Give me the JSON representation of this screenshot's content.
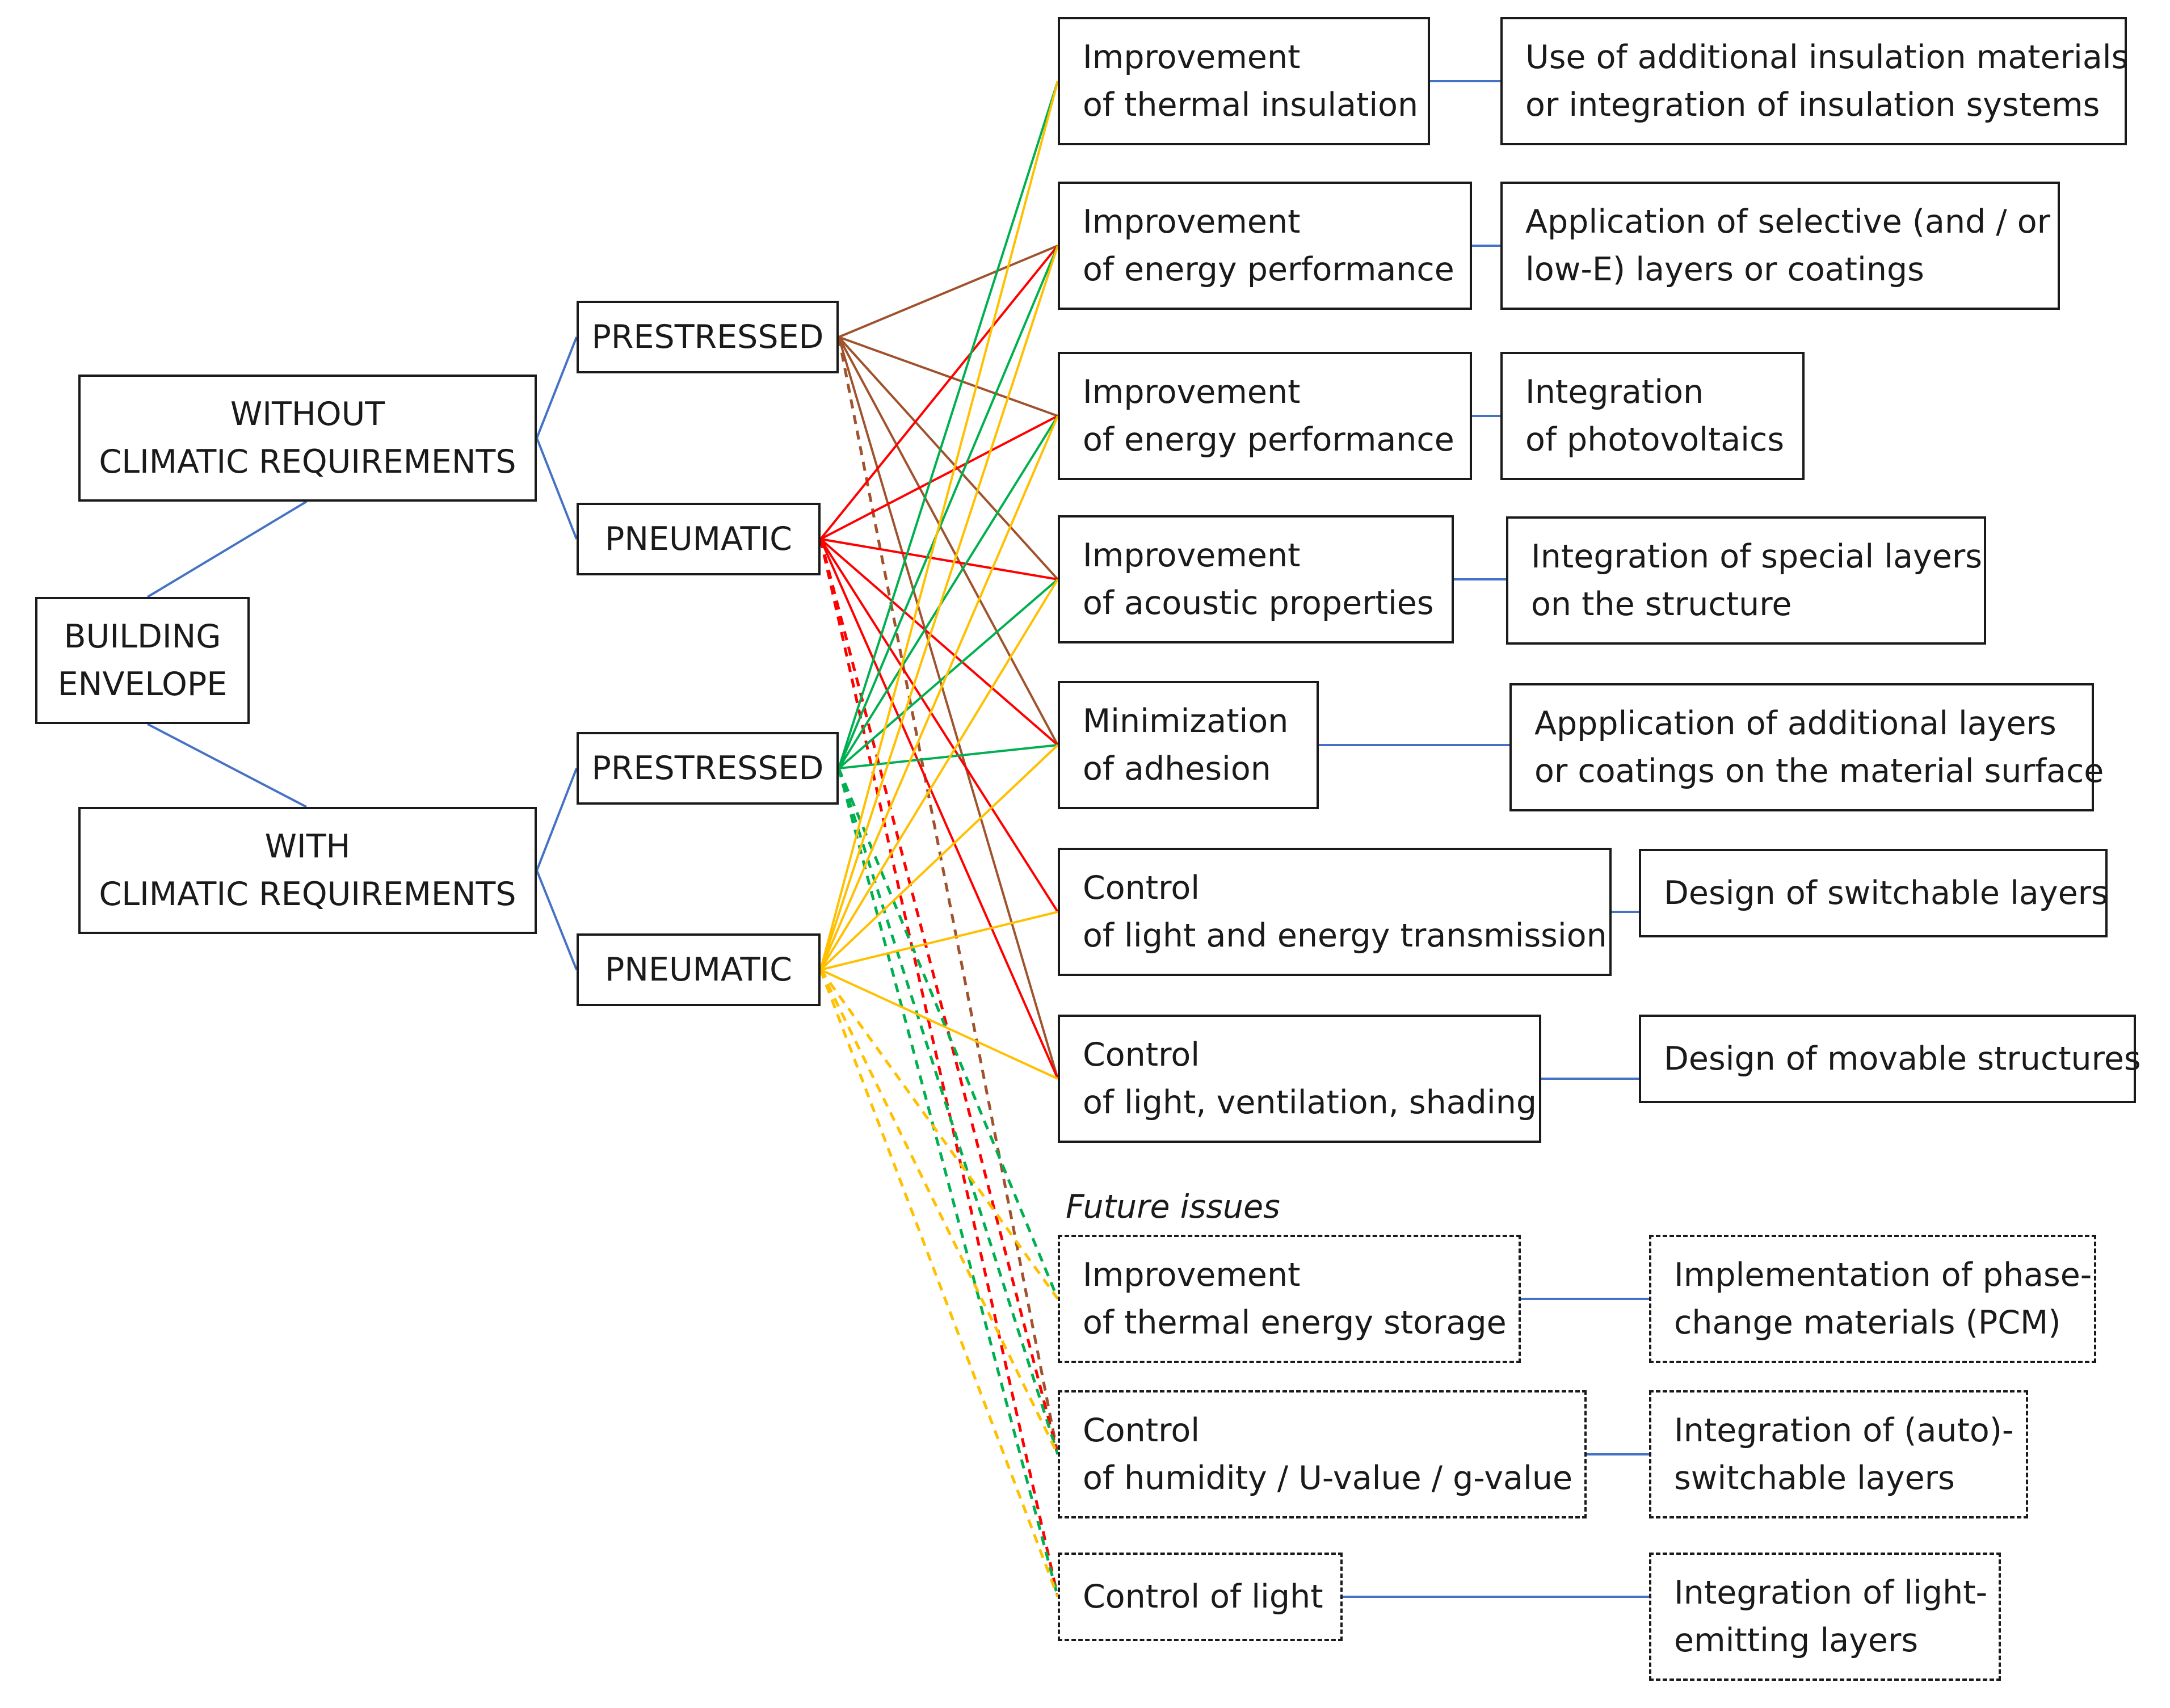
{
  "colors": {
    "blue": "#4472c4",
    "brown": "#a0522d",
    "green": "#00b050",
    "red": "#ff0000",
    "yellow": "#ffc000"
  },
  "root": {
    "line1": "BUILDING",
    "line2": "ENVELOPE"
  },
  "categories": [
    {
      "line1": "WITHOUT",
      "line2": "CLIMATIC REQUIREMENTS"
    },
    {
      "line1": "WITH",
      "line2": "CLIMATIC REQUIREMENTS"
    }
  ],
  "structures": [
    {
      "label": "PRESTRESSED"
    },
    {
      "label": "PNEUMATIC"
    },
    {
      "label": "PRESTRESSED"
    },
    {
      "label": "PNEUMATIC"
    }
  ],
  "goals": [
    {
      "line1": "Improvement",
      "line2": "of thermal insulation"
    },
    {
      "line1": "Improvement",
      "line2": "of energy performance"
    },
    {
      "line1": "Improvement",
      "line2": "of energy performance"
    },
    {
      "line1": "Improvement",
      "line2": "of acoustic properties"
    },
    {
      "line1": "Minimization",
      "line2": "of adhesion"
    },
    {
      "line1": "Control",
      "line2": "of light and energy transmission"
    },
    {
      "line1": "Control",
      "line2": "of light, ventilation, shading"
    }
  ],
  "solutions": [
    {
      "line1": "Use of additional insulation materials",
      "line2": "or integration of insulation systems"
    },
    {
      "line1": "Application of selective (and / or",
      "line2": "low-E) layers or coatings"
    },
    {
      "line1": "Integration",
      "line2": "of photovoltaics"
    },
    {
      "line1": "Integration of special layers",
      "line2": "on the structure"
    },
    {
      "line1": "Appplication of additional layers",
      "line2": "or coatings on the material surface"
    },
    {
      "line1": "Design of switchable layers",
      "line2": ""
    },
    {
      "line1": "Design of movable structures",
      "line2": ""
    }
  ],
  "future_label": "Future issues",
  "future_goals": [
    {
      "line1": "Improvement",
      "line2": "of thermal energy storage"
    },
    {
      "line1": "Control",
      "line2": "of humidity / U-value / g-value"
    },
    {
      "line1": "Control of light",
      "line2": ""
    }
  ],
  "future_solutions": [
    {
      "line1": "Implementation of phase-",
      "line2": "change materials (PCM)"
    },
    {
      "line1": "Integration of (auto)-",
      "line2": "switchable layers"
    },
    {
      "line1": "Integration of light-",
      "line2": "emitting layers"
    }
  ],
  "links": [
    {
      "from": "without_prestressed",
      "color": "brown",
      "to_goals": [
        1,
        2,
        3,
        4,
        6
      ],
      "to_future": [
        1
      ]
    },
    {
      "from": "without_pneumatic",
      "color": "red",
      "to_goals": [
        1,
        2,
        3,
        4,
        5,
        6
      ],
      "to_future": [
        1,
        2
      ]
    },
    {
      "from": "with_prestressed",
      "color": "green",
      "to_goals": [
        0,
        1,
        2,
        3,
        4
      ],
      "to_future": [
        0,
        1,
        2
      ]
    },
    {
      "from": "with_pneumatic",
      "color": "yellow",
      "to_goals": [
        0,
        1,
        2,
        3,
        4,
        5,
        6
      ],
      "to_future": [
        0,
        1,
        2
      ]
    }
  ]
}
